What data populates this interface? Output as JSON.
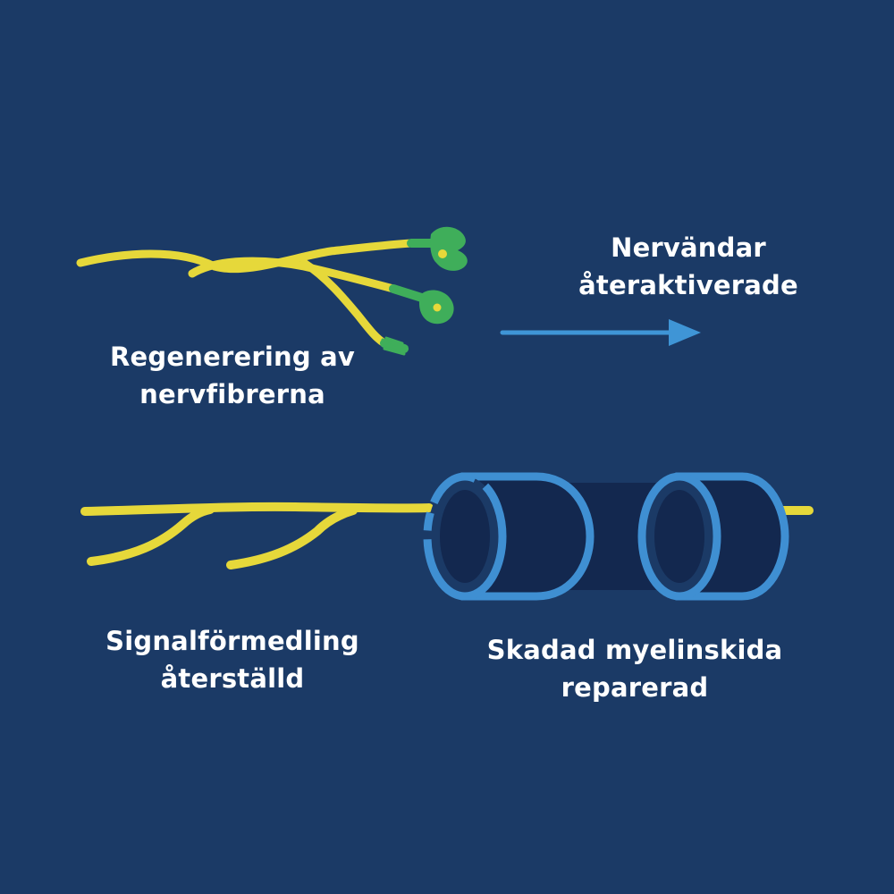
{
  "labels": {
    "regeneration": {
      "line1": "Regenerering av",
      "line2": "nervfibrerna"
    },
    "reactivated": {
      "line1": "Nervändar",
      "line2": "återaktiverade"
    },
    "signal": {
      "line1": "Signalförmedling",
      "line2": "återställd"
    },
    "myelin": {
      "line1": "Skadad myelinskida",
      "line2": "reparerad"
    }
  },
  "colors": {
    "background": "#1b3a66",
    "nerve_fiber": "#e6d83a",
    "nerve_ending": "#3fae5a",
    "arrow": "#3f95d6",
    "myelin_outline": "#3f8fd2",
    "myelin_fill": "#13284f",
    "text": "#ffffff"
  },
  "icons": {
    "arrow": "right-arrow-icon",
    "nerve_ending": "nerve-ending-icon",
    "myelin": "myelin-sheath-icon"
  }
}
